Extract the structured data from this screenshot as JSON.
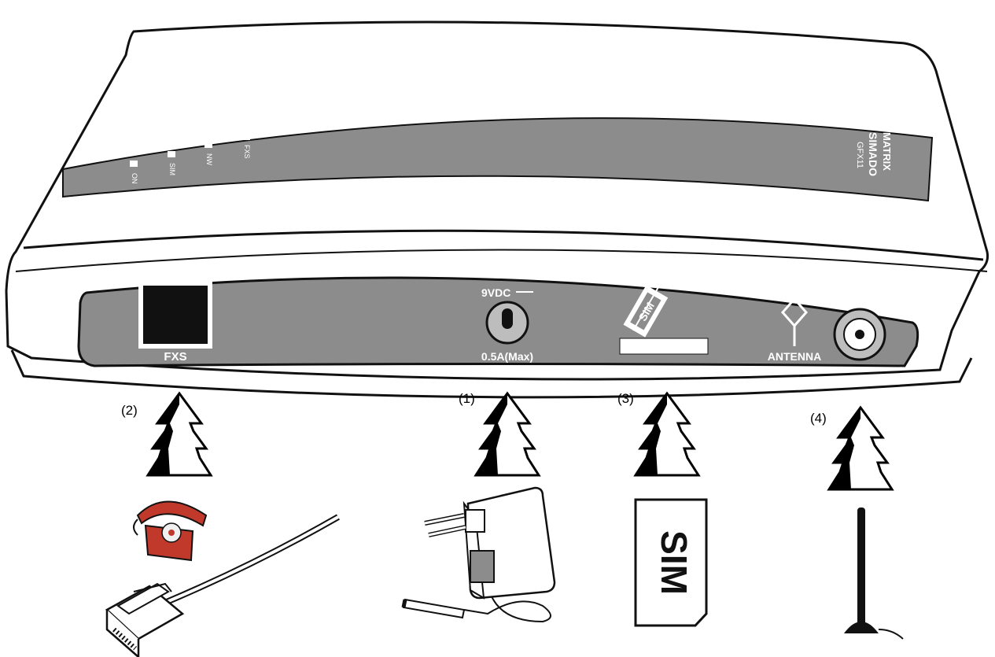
{
  "device": {
    "brand": "MATRIX",
    "model": "SIMADO",
    "submodel": "GFX11",
    "leds": [
      "ON",
      "SIM",
      "NW",
      "FXS"
    ]
  },
  "rear_panel": {
    "fxs_label": "FXS",
    "power_label_top": "9VDC",
    "power_label_bottom": "0.5A(Max)",
    "sim_slot_label": "SIM",
    "antenna_label": "ANTENNA"
  },
  "callouts": [
    {
      "number": "(2)",
      "item": "telephone and RJ11 cable"
    },
    {
      "number": "(1)",
      "item": "power adapter"
    },
    {
      "number": "(3)",
      "item": "SIM card"
    },
    {
      "number": "(4)",
      "item": "antenna"
    }
  ],
  "sim_card_text": "SIM",
  "colors": {
    "panel_gray": "#8c8c8c",
    "phone_red": "#c0392b",
    "outline": "#111111"
  }
}
